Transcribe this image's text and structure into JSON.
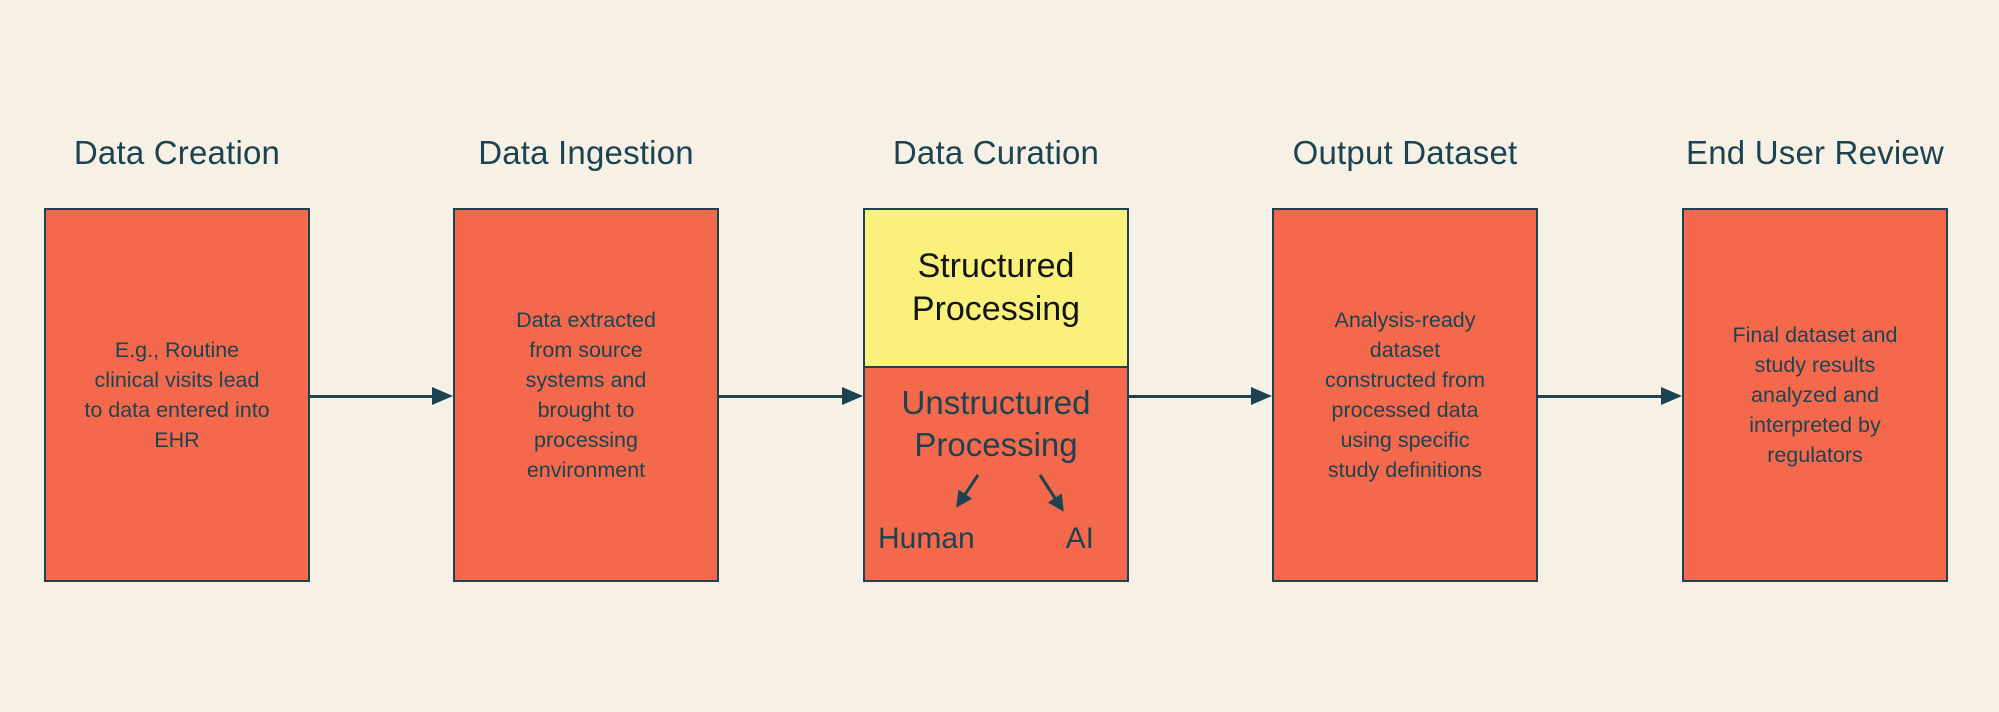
{
  "stages": [
    {
      "title": "Data Creation",
      "body": "E.g., Routine clinical visits lead to data entered into EHR"
    },
    {
      "title": "Data Ingestion",
      "body": "Data extracted from source systems and brought to processing environment"
    },
    {
      "title": "Data Curation",
      "structured_label": "Structured Processing",
      "unstructured_label": "Unstructured Processing",
      "human_label": "Human",
      "ai_label": "AI"
    },
    {
      "title": "Output Dataset",
      "body": "Analysis-ready dataset constructed from processed data using specific study definitions"
    },
    {
      "title": "End User Review",
      "body": "Final dataset and study results analyzed and interpreted by regulators"
    }
  ],
  "colors": {
    "background": "#F6F1E4",
    "box_orange": "#F4694C",
    "box_yellow": "#FAF17D",
    "stroke_teal": "#1C4351",
    "structured_text": "#141414"
  }
}
